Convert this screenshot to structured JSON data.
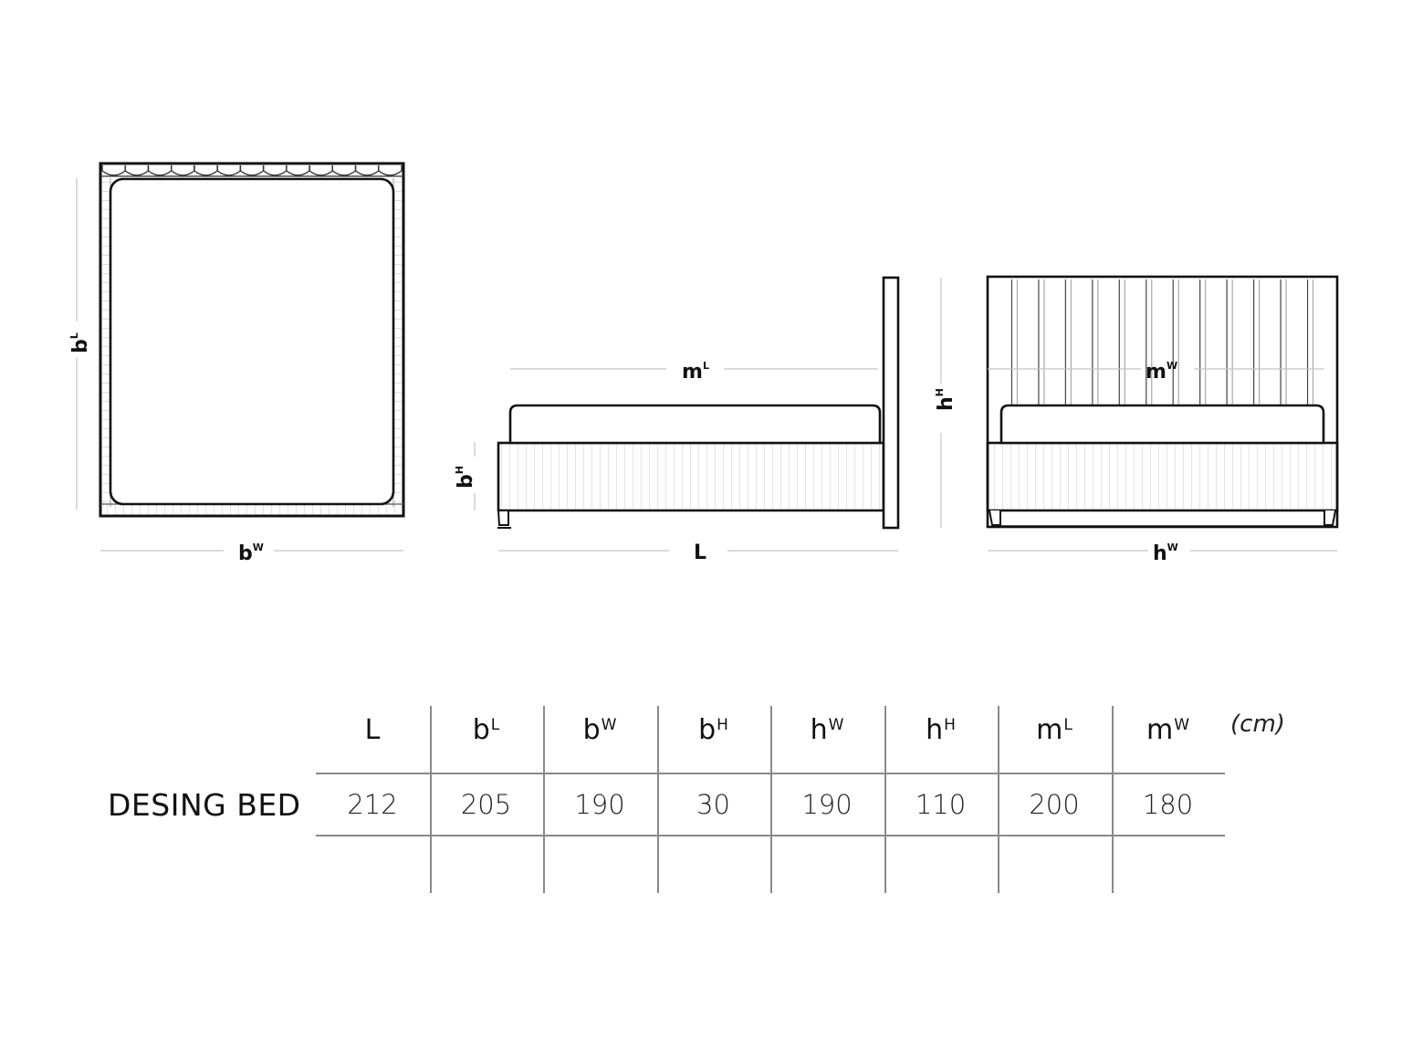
{
  "drawings": {
    "top_view": {
      "label_side": {
        "main": "b",
        "sup": "L"
      },
      "label_bottom": {
        "main": "b",
        "sup": "W"
      }
    },
    "side_view": {
      "label_top": {
        "main": "m",
        "sup": "L"
      },
      "label_left": {
        "main": "b",
        "sup": "H"
      },
      "label_bottom": {
        "main": "L",
        "sup": ""
      }
    },
    "front_view": {
      "label_top": {
        "main": "m",
        "sup": "W"
      },
      "label_left": {
        "main": "h",
        "sup": "H"
      },
      "label_bottom": {
        "main": "h",
        "sup": "W"
      }
    }
  },
  "table": {
    "unit": "(cm)",
    "row_label": "DESING BED",
    "headers": [
      {
        "main": "L",
        "sup": ""
      },
      {
        "main": "b",
        "sup": "L"
      },
      {
        "main": "b",
        "sup": "W"
      },
      {
        "main": "b",
        "sup": "H"
      },
      {
        "main": "h",
        "sup": "W"
      },
      {
        "main": "h",
        "sup": "H"
      },
      {
        "main": "m",
        "sup": "L"
      },
      {
        "main": "m",
        "sup": "W"
      }
    ],
    "values": [
      "212",
      "205",
      "190",
      "30",
      "190",
      "110",
      "200",
      "180"
    ]
  }
}
